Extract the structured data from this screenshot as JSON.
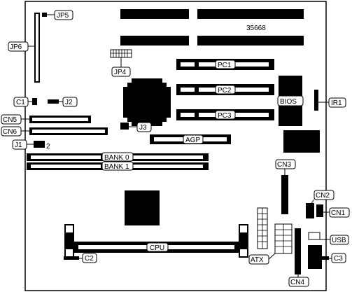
{
  "board": {
    "part_number": "35668",
    "labels": {
      "jp5": "JP5",
      "jp6": "JP6",
      "jp4": "JP4",
      "c1": "C1",
      "j2": "J2",
      "cn5": "CN5",
      "cn6": "CN6",
      "j3": "J3",
      "j1": "J1",
      "j1_pin": "2",
      "bank0": "BANK 0",
      "bank1": "BANK 1",
      "pc1": "PC1",
      "pc2": "PC2",
      "pc3": "PC3",
      "agp": "AGP",
      "bios": "BIOS",
      "ir1": "IR1",
      "cn3": "CN3",
      "cn2": "CN2",
      "cn1": "CN1",
      "usb": "USB",
      "cpu": "CPU",
      "c2": "C2",
      "c3": "C3",
      "atx": "ATX",
      "cn4": "CN4"
    }
  }
}
